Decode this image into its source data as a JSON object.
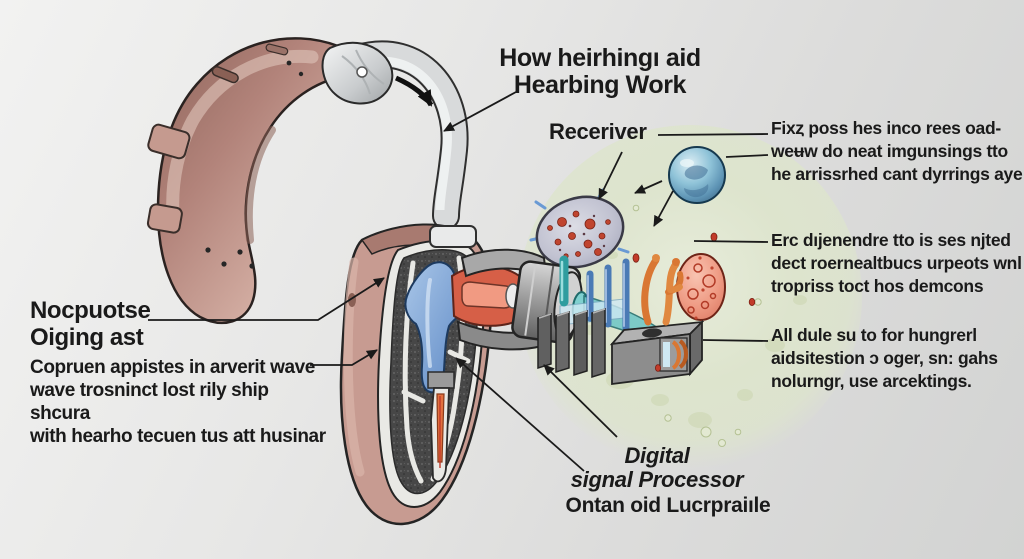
{
  "title": {
    "line1": "How heirhingı aid",
    "line2": "Hearbing Work"
  },
  "labels": {
    "receiver": "Receriver",
    "mic_heading_line1": "Nocpuotse",
    "mic_heading_line2": "Oiging ast",
    "dsp_title_line1": "Digital",
    "dsp_title_line2": "signal Processor",
    "dsp_caption": "Ontan oid Lucrpraiıle"
  },
  "left_note": {
    "lines": [
      "Copruen appistes in arverit wave",
      "wave trosninct lost rily ship shcura",
      "with hearho tecuen tus att husinar"
    ]
  },
  "right_notes": [
    {
      "lines": [
        "Fixȥ poss hes inco rees oad-",
        "weʉw do neat imgunsings tto",
        "he arrissrhed cant dyrrings aye"
      ]
    },
    {
      "lines": [
        "Erc dıjenendre tto is ses njted",
        "dect roernealtbucs urpeots wnl",
        "tropriss toct hos demcons"
      ]
    },
    {
      "lines": [
        "All dule su to for hungrerl",
        "aidsitestion ɔ oger, sn: gahs",
        "nolurngr, use arcektings."
      ]
    }
  ],
  "illustration_parts": [
    "behind-the-ear-hearing-aid",
    "ear-hook-tube",
    "earmold-cross-section",
    "receiver-cylinder",
    "digital-signal-processor-block",
    "microphone-blob",
    "blue-sphere",
    "pink-sphere"
  ],
  "colors": {
    "ink": "#1a1a1a",
    "device_body": "#b98c80",
    "tube_grey": "#d8dadb",
    "shell_pink": "#c79b91",
    "foam_grey": "#474747",
    "accent_red": "#d65f47",
    "accent_blue": "#4a7ab5",
    "teal": "#5bbcbc",
    "orange": "#d97733",
    "green_circle": "#dde4cd",
    "sphere_blue": "#7fb6d0",
    "sphere_pink": "#ef9c89"
  }
}
